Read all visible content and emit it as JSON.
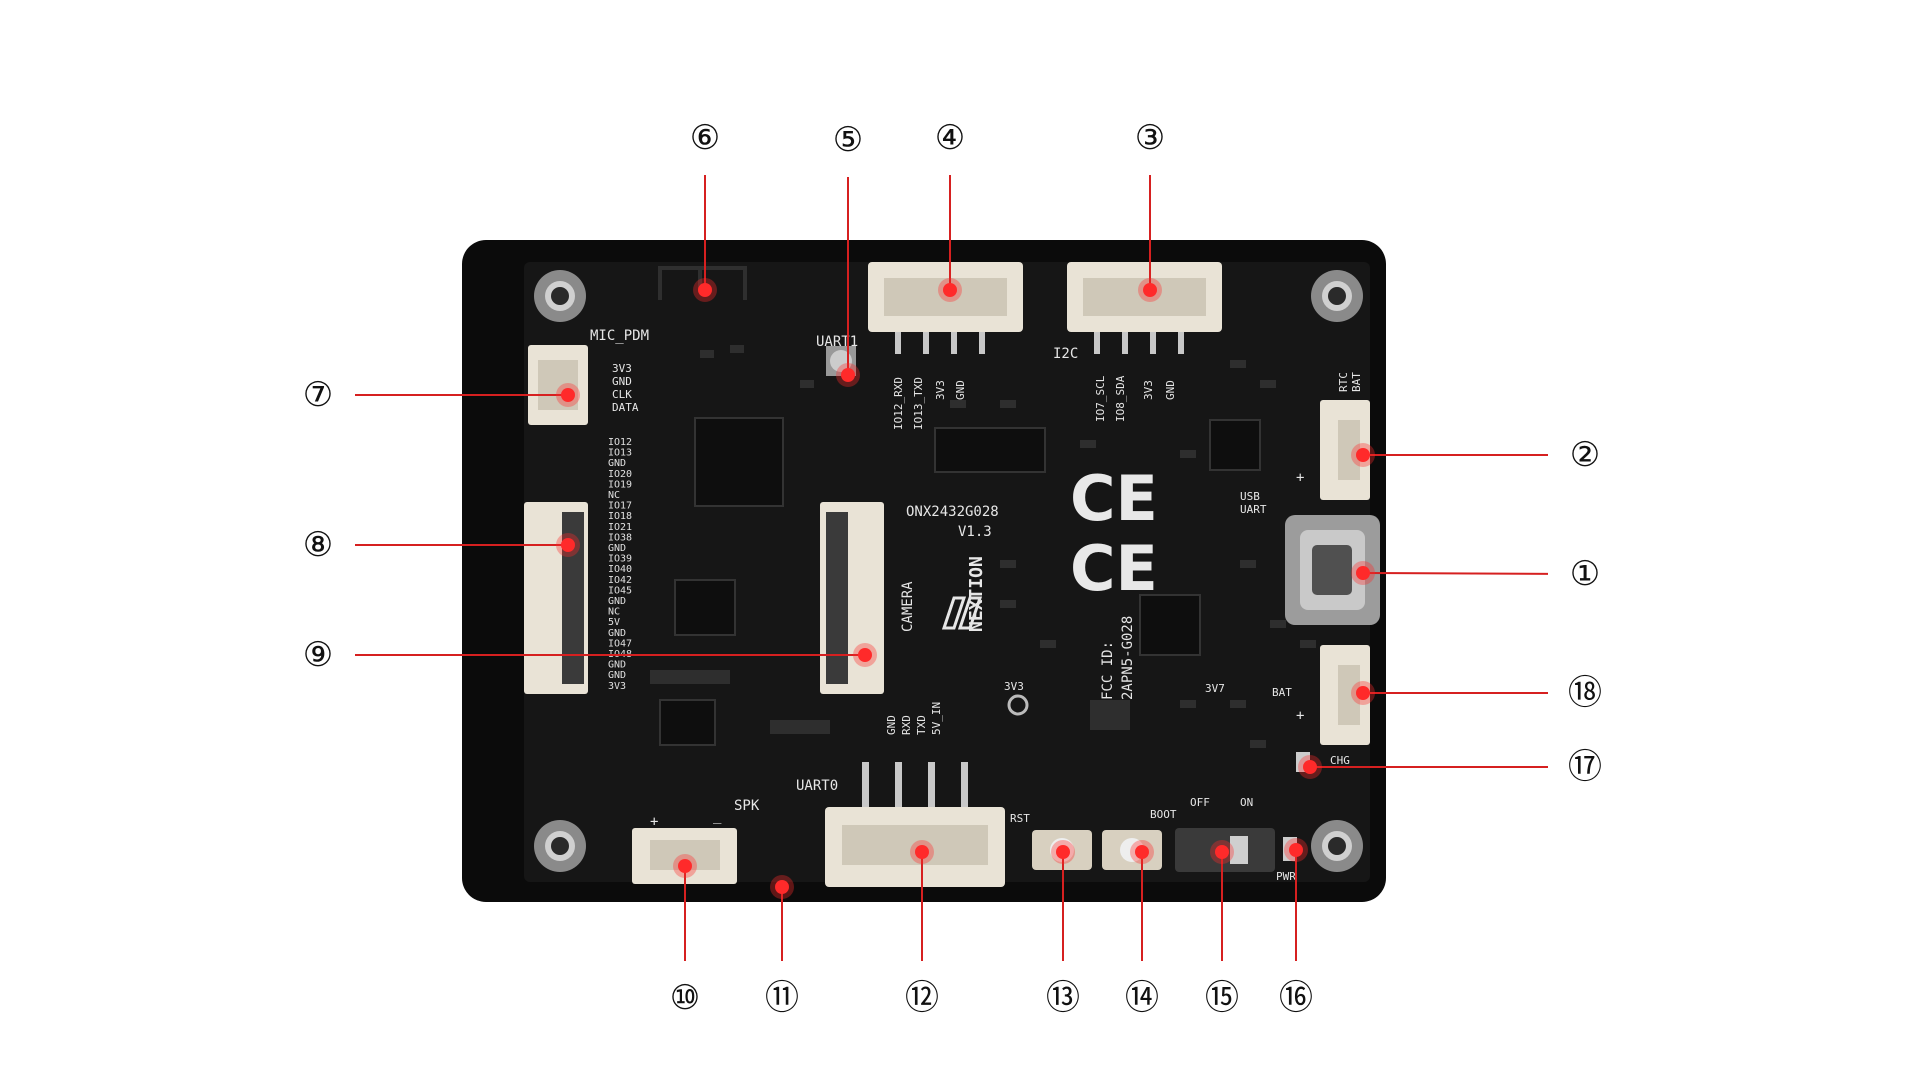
{
  "board": {
    "model": "ONX2432G028",
    "version": "V1.3",
    "brand": "NEXTION",
    "fcc_id_label": "FCC ID:",
    "fcc_id_value": "2APN5-G028",
    "ce_mark": "CE",
    "colors": {
      "pcb": "#141414",
      "backplate": "#0b0b0b",
      "marker": "#ff2a2a",
      "line": "#d62020",
      "connector": "#e9e3d6"
    }
  },
  "silkscreen": {
    "mic_pdm": "MIC_PDM",
    "mic_pins": [
      "3V3",
      "GND",
      "CLK",
      "DATA"
    ],
    "uart1": "UART1",
    "uart1_pins": [
      "IO12_RXD",
      "IO13_TXD",
      "3V3",
      "GND"
    ],
    "i2c": "I2C",
    "i2c_pins": [
      "IO7_SCL",
      "IO8_SDA",
      "3V3",
      "GND"
    ],
    "rtc_bat": [
      "RTC",
      "BAT"
    ],
    "usb_uart": [
      "USB",
      "UART"
    ],
    "fpc_pins": [
      "IO12",
      "IO13",
      "GND",
      "IO20",
      "IO19",
      "NC",
      "IO17",
      "IO18",
      "IO21",
      "IO38",
      "GND",
      "IO39",
      "IO40",
      "IO42",
      "IO45",
      "GND",
      "NC",
      "5V",
      "GND",
      "IO47",
      "IO48",
      "GND",
      "GND",
      "3V3"
    ],
    "camera": "CAMERA",
    "three_v3": "3V3",
    "bat_3v7": [
      "3V7",
      "BAT"
    ],
    "uart0_pins": [
      "GND",
      "RXD",
      "TXD",
      "5V_IN"
    ],
    "uart0": "UART0",
    "spk": "SPK",
    "rst": "RST",
    "boot": "BOOT",
    "off": "OFF",
    "on": "ON",
    "pwr": "PWR",
    "chg": "CHG",
    "plus": "+",
    "minus": "_"
  },
  "callouts": [
    {
      "label": "①"
    },
    {
      "label": "②"
    },
    {
      "label": "③"
    },
    {
      "label": "④"
    },
    {
      "label": "⑤"
    },
    {
      "label": "⑥"
    },
    {
      "label": "⑦"
    },
    {
      "label": "⑧"
    },
    {
      "label": "⑨"
    },
    {
      "label": "⑩"
    },
    {
      "label": "⑪"
    },
    {
      "label": "⑫"
    },
    {
      "label": "⑬"
    },
    {
      "label": "⑭"
    },
    {
      "label": "⑮"
    },
    {
      "label": "⑯"
    },
    {
      "label": "⑰"
    },
    {
      "label": "⑱"
    }
  ]
}
